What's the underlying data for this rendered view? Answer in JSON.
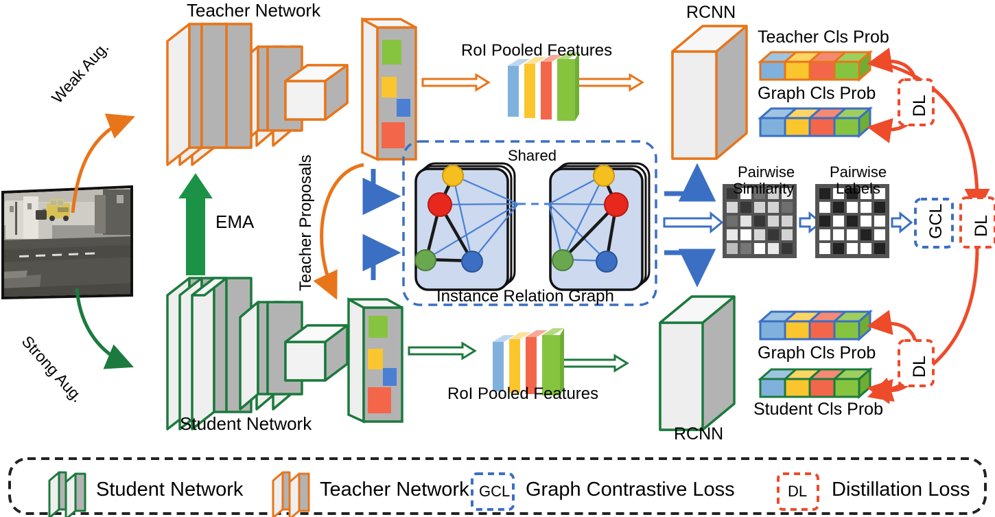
{
  "diagram": {
    "title_teacher": "Teacher Network",
    "title_student": "Student Network",
    "roi_top": "RoI Pooled  Features",
    "roi_bottom": "RoI Pooled Features",
    "rcnn_top": "RCNN",
    "rcnn_bottom": "RCNN",
    "weak_aug": "Weak Aug.",
    "strong_aug": "Strong Aug.",
    "ema": "EMA",
    "teacher_proposals": "Teacher Proposals",
    "shared": "Shared",
    "instance_relation_graph": "Instance Relation Graph",
    "pairwise_similarity_l1": "Pairwise",
    "pairwise_similarity_l2": "Similarity",
    "pairwise_labels_l1": "Pairwise",
    "pairwise_labels_l2": "Labels",
    "teacher_cls_prob": "Teacher Cls Prob",
    "graph_cls_prob_top": "Graph Cls Prob",
    "graph_cls_prob_bottom": "Graph Cls Prob",
    "student_cls_prob": "Student Cls Prob",
    "gcl_badge": "GCL",
    "dl_badge": "DL"
  },
  "legend": {
    "items": [
      {
        "label": "Student Network",
        "icon": "student-network-slabs-icon",
        "color": "#1b7a3d"
      },
      {
        "label": "Teacher Network",
        "icon": "teacher-network-slabs-icon",
        "color": "#e8751a"
      },
      {
        "label": "Graph Contrastive Loss",
        "badge": "GCL",
        "color": "#3b6fc4"
      },
      {
        "label": "Distillation Loss",
        "badge": "DL",
        "color": "#ee4b2b"
      }
    ]
  },
  "colors": {
    "teacher": "#e8751a",
    "student": "#1b7a3d",
    "graph_blue": "#3b6fc4",
    "loss_red": "#ee4b2b",
    "slab_face": "#b3b3b3",
    "slab_edge": "#efefef",
    "graph_panel": "#ccd9ee",
    "cls_blue": "#7fb1dc",
    "cls_yellow": "#fbc52d",
    "cls_salmon": "#f4664a",
    "cls_green": "#86c440"
  },
  "roi_features": {
    "count": 4,
    "colors": [
      "#7fb1dc",
      "#fbc52d",
      "#f4664a",
      "#86c440"
    ]
  },
  "cls_prob_bars": {
    "cells": 4,
    "colors": [
      "#7fb1dc",
      "#fbc52d",
      "#f4664a",
      "#86c440"
    ],
    "bars": [
      {
        "name": "teacher-cls-prob",
        "outline": "#e8751a"
      },
      {
        "name": "graph-cls-prob-top",
        "outline": "#3b6fc4"
      },
      {
        "name": "graph-cls-prob-bottom",
        "outline": "#3b6fc4"
      },
      {
        "name": "student-cls-prob",
        "outline": "#1b7a3d"
      }
    ]
  },
  "feature_map_proposals": [
    {
      "color": "#86c440",
      "name": "proposal-green"
    },
    {
      "color": "#fbc52d",
      "name": "proposal-yellow"
    },
    {
      "color": "#4a7fd4",
      "name": "proposal-blue"
    },
    {
      "color": "#f4664a",
      "name": "proposal-red"
    }
  ],
  "relation_graph": {
    "nodes": [
      {
        "name": "node-yellow",
        "color": "#f5c01f"
      },
      {
        "name": "node-red",
        "color": "#e8271d"
      },
      {
        "name": "node-green",
        "color": "#6aa84f"
      },
      {
        "name": "node-blue",
        "color": "#3b6fc4"
      }
    ],
    "edge_color_strong": "#1a1a1a",
    "edge_color_weak": "#4a7fd4"
  },
  "chart_data": {
    "type": "heatmap",
    "title": "Pairwise Similarity / Pairwise Labels",
    "matrices": [
      {
        "name": "pairwise-similarity",
        "label": "Pairwise Similarity",
        "rows": 5,
        "cols": 5,
        "values": [
          [
            0.1,
            1.0,
            0.35,
            0.8,
            0.92
          ],
          [
            0.82,
            0.1,
            0.8,
            0.8,
            0.35
          ],
          [
            0.35,
            0.88,
            0.09,
            0.8,
            0.8
          ],
          [
            0.9,
            1.0,
            0.82,
            0.09,
            0.8
          ],
          [
            0.7,
            0.38,
            1.0,
            0.9,
            0.09
          ]
        ]
      },
      {
        "name": "pairwise-labels",
        "label": "Pairwise Labels",
        "rows": 5,
        "cols": 5,
        "values": [
          [
            0,
            1,
            0,
            1,
            1
          ],
          [
            1,
            0,
            1,
            1,
            0
          ],
          [
            0,
            1,
            0,
            1,
            1
          ],
          [
            1,
            1,
            1,
            0,
            1
          ],
          [
            1,
            0,
            1,
            1,
            0
          ]
        ]
      }
    ]
  },
  "input_image": {
    "name": "street-scene-photo",
    "description": "foggy street scene with yellow car"
  }
}
